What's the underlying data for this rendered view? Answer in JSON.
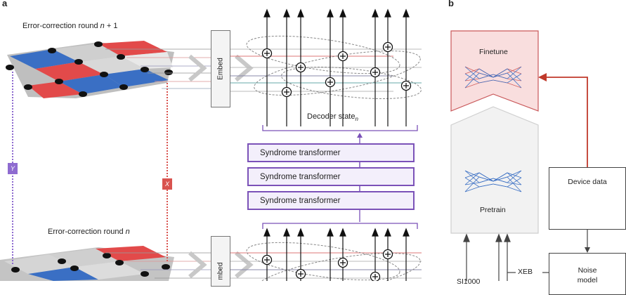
{
  "panel_a": {
    "label": "a",
    "round_top_text": "Error-correction round ",
    "round_top_var": "n",
    "round_top_suffix": " + 1",
    "round_bottom_text": "Error-correction round ",
    "round_bottom_var": "n",
    "embed_label": "Embed",
    "embed_label_partial": "mbed",
    "decoder_state_text": "Decoder state",
    "decoder_state_sub": "n",
    "transformers": [
      "Syndrome transformer",
      "Syndrome transformer",
      "Syndrome transformer"
    ],
    "error_tag_y": "Y",
    "error_tag_x": "X"
  },
  "panel_b": {
    "label": "b",
    "finetune_label": "Finetune",
    "pretrain_label": "Pretrain",
    "device_data_label": "Device data",
    "noise_label_1": "Noise",
    "noise_label_2": "model",
    "xeb_label": "XEB",
    "si_label": "SI1000"
  },
  "colors": {
    "transformer_border": "#7b52b8",
    "transformer_fill": "#f3effb",
    "finetune_fill": "#f9dede",
    "finetune_border": "#c9585a",
    "pretrain_fill": "#f2f2f2",
    "arrow_red": "#c0392b",
    "error_y": "#8e6bd0",
    "error_x": "#d9534f",
    "stabilizer_red": "#e24a4a",
    "stabilizer_blue": "#3a6fc4"
  }
}
